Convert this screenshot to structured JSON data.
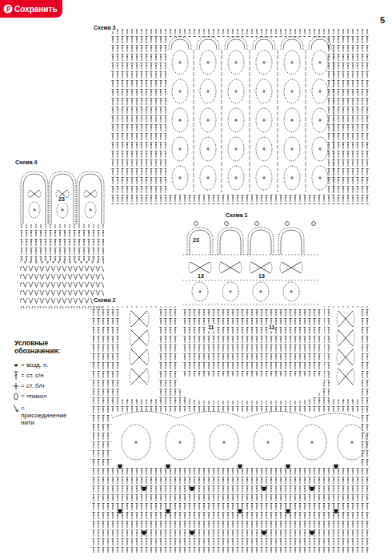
{
  "diagram": {
    "nodes": [
      {
        "text": [
          "Сохранить"
        ]
      }
    ],
    "labels": [
      "5",
      "Схема 3",
      "Схема 4",
      "Схема 1",
      "Схема 2",
      "23",
      "23",
      "13",
      "13",
      "11",
      "11",
      "Условные обозначения:"
    ],
    "legend": [
      {
        "text": "= возд. п."
      },
      {
        "text": "= ст. с/н"
      },
      {
        "text": "= ст. б/н"
      },
      {
        "text": "= «пико»"
      },
      {
        "text": "= присоединение нити"
      }
    ]
  }
}
